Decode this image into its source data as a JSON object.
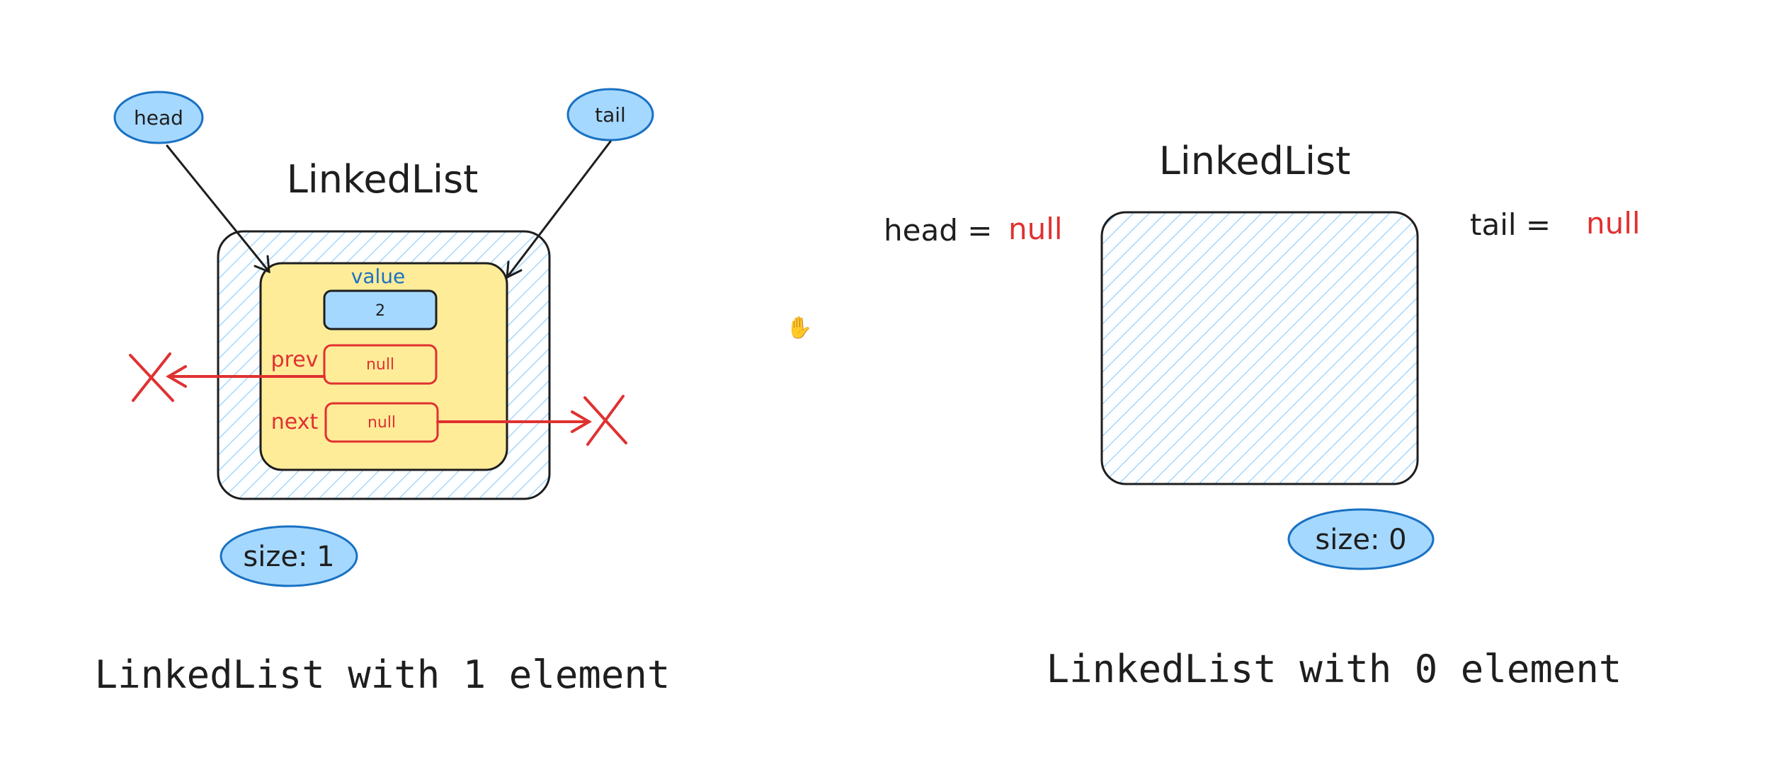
{
  "colors": {
    "ink": "#1e1e1e",
    "blue_stroke": "#1971c2",
    "blue_fill": "#a5d8ff",
    "hatch": "#a5d8ff",
    "yellow_fill": "#ffec99",
    "red": "#e03131"
  },
  "left": {
    "title": "LinkedList",
    "head_label": "head",
    "tail_label": "tail",
    "node": {
      "value_label": "value",
      "value": "2",
      "prev_label": "prev",
      "prev_value": "null",
      "next_label": "next",
      "next_value": "null"
    },
    "size_label": "size: 1",
    "caption": "LinkedList with 1 element"
  },
  "right": {
    "title": "LinkedList",
    "head_text": "head =",
    "head_value": "null",
    "tail_text": "tail =",
    "tail_value": "null",
    "size_label": "size: 0",
    "caption": "LinkedList with 0 element"
  },
  "cursor_icon": "hand-cursor-icon"
}
